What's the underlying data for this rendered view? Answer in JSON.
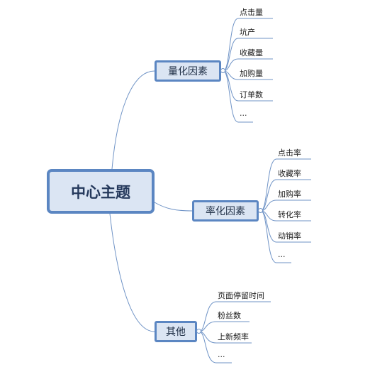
{
  "diagram": {
    "center": "中心主题",
    "branches": [
      {
        "label": "量化因素",
        "leaves": [
          "点击量",
          "坑产",
          "收藏量",
          "加购量",
          "订单数",
          "..."
        ]
      },
      {
        "label": "率化因素",
        "leaves": [
          "点击率",
          "收藏率",
          "加购率",
          "转化率",
          "动销率",
          "..."
        ]
      },
      {
        "label": "其他",
        "leaves": [
          "页面停留时间",
          "粉丝数",
          "上新频率",
          "..."
        ]
      }
    ]
  },
  "colors": {
    "line": "#6f93c6",
    "node_fill": "#dbe5f3",
    "node_border": "#5b86c2"
  }
}
